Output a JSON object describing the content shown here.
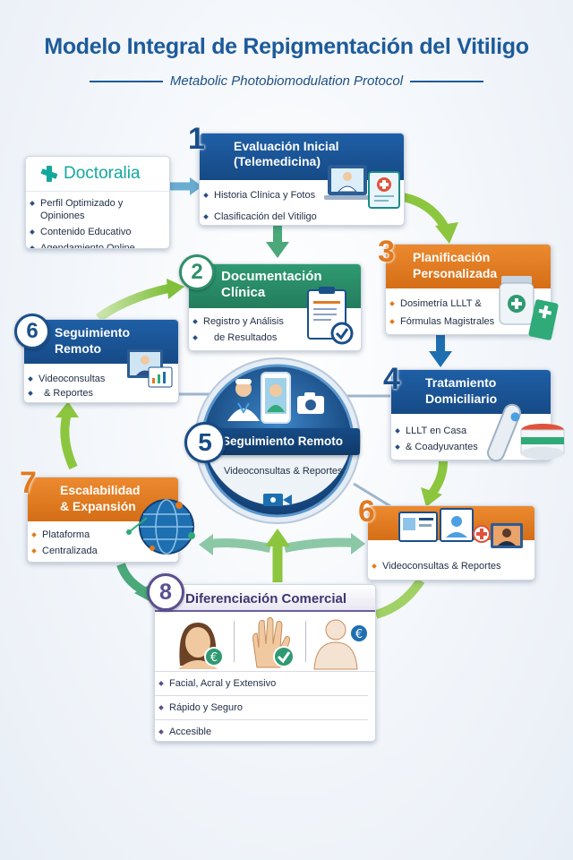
{
  "header": {
    "title": "Modelo Integral de Repigmentación del Vitiligo",
    "subtitle": "Metabolic Photobiomodulation Protocol"
  },
  "doctoralia": {
    "logo_text": "Doctoralia",
    "items": [
      "Perfil Optimizado y Opiniones",
      "Contenido Educativo",
      "Agendamiento Online"
    ]
  },
  "steps": {
    "evaluacion": {
      "number": "1",
      "title_line1": "Evaluación Inicial",
      "title_line2": "(Telemedicina)",
      "items": [
        "Historia Clínica y Fotos",
        "Clasificación del Vitiligo"
      ]
    },
    "documentacion": {
      "number": "2",
      "title_line1": "Documentación",
      "title_line2": "Clínica",
      "items": [
        "Registro y Análisis",
        "de Resultados"
      ]
    },
    "planificacion": {
      "number": "3",
      "title_line1": "Planificación",
      "title_line2": "Personalizada",
      "items": [
        "Dosimetría LLLT &",
        "Fórmulas Magistrales"
      ]
    },
    "tratamiento": {
      "number": "4",
      "title_line1": "Tratamiento",
      "title_line2": "Domiciliario",
      "items": [
        "LLLT en Casa",
        "& Coadyuvantes"
      ]
    },
    "seguimiento_center": {
      "number": "5",
      "title": "Seguimiento Remoto",
      "items": [
        "Videoconsultas & Reportes"
      ]
    },
    "seguimiento_left": {
      "number": "6",
      "title_line1": "Seguimiento",
      "title_line2": "Remoto",
      "items": [
        "Videoconsultas",
        "& Reportes"
      ]
    },
    "seguimiento_right": {
      "number": "6",
      "items": [
        "Videoconsultas & Reportes"
      ]
    },
    "escalabilidad": {
      "number": "7",
      "title_line1": "Escalabilidad",
      "title_line2": "& Expansión",
      "items": [
        "Plataforma",
        "Centralizada"
      ]
    },
    "diferenciacion": {
      "number": "8",
      "title": "Diferenciación Comercial",
      "items": [
        "Facial, Acral y Extensivo",
        "Rápido y Seguro",
        "Accesible"
      ]
    }
  },
  "colors": {
    "blue": "#1a4f8a",
    "green": "#2f8f6a",
    "orange": "#e07a22",
    "purple": "#5a4f8f",
    "arrow_green": "#8cc63f"
  },
  "icons": [
    "doctoralia-cross-icon",
    "laptop-doctor-icon",
    "medical-document-icon",
    "clipboard-check-icon",
    "medicine-bottle-icon",
    "cream-tube-icon",
    "laser-device-icon",
    "cream-jar-icon",
    "doctor-icon",
    "phone-video-icon",
    "camera-icon",
    "video-camera-icon",
    "globe-network-icon",
    "face-euro-icon",
    "hand-check-icon",
    "body-euro-icon",
    "id-card-icon",
    "video-chat-icon"
  ]
}
